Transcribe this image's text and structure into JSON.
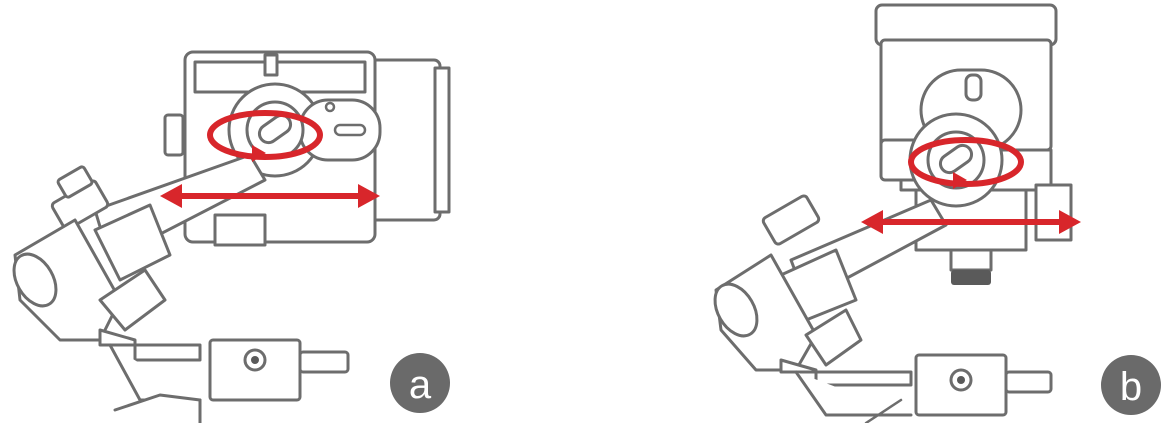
{
  "panels": [
    {
      "id": "a",
      "label": "a"
    },
    {
      "id": "b",
      "label": "b"
    }
  ],
  "colors": {
    "outline": "#6d6d6d",
    "arrow": "#d8262b",
    "badge": "#6a6a6a"
  }
}
